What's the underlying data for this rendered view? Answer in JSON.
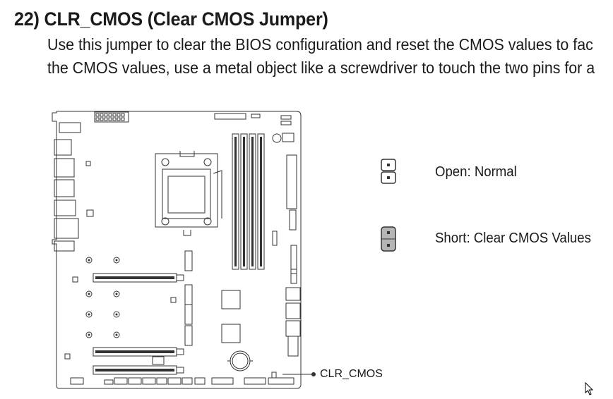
{
  "section": {
    "heading": "22)  CLR_CMOS (Clear CMOS Jumper)",
    "paragraph_line1": "Use this jumper to clear the BIOS configuration and reset the CMOS values to fac",
    "paragraph_line2": "the CMOS values, use a metal object like a screwdriver to touch the two pins for a"
  },
  "legend": {
    "open_label": "Open: Normal",
    "short_label": "Short: Clear CMOS Values"
  },
  "diagram": {
    "callout_label": "CLR_CMOS"
  },
  "colors": {
    "line": "#333333",
    "short_fill": "#b5b5b5",
    "text": "#1a1a1a"
  },
  "icons": {
    "cursor": "mouse-pointer-icon"
  }
}
